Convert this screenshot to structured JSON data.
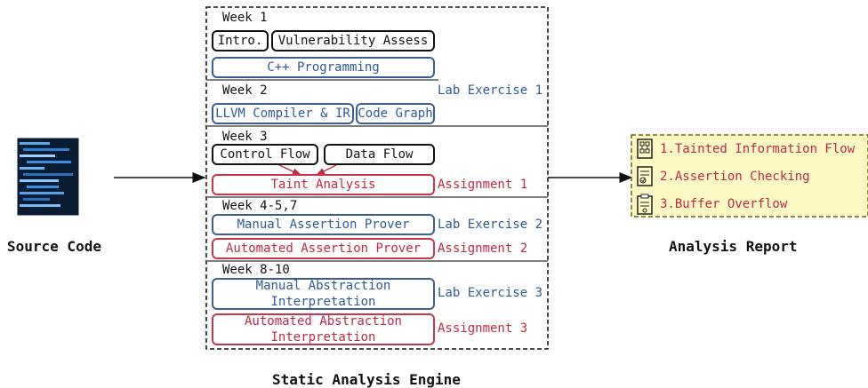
{
  "source": {
    "caption": "Source Code"
  },
  "engine": {
    "caption": "Static Analysis Engine",
    "weeks": [
      {
        "label": "Week 1",
        "boxes": [
          {
            "text": "Intro.",
            "color": "black"
          },
          {
            "text": "Vulnerability Assess",
            "color": "black"
          },
          {
            "text": "C++ Programming",
            "color": "blue"
          }
        ],
        "side": [
          {
            "text": "Lab Exercise 1",
            "color": "blue"
          }
        ]
      },
      {
        "label": "Week 2",
        "boxes": [
          {
            "text": "LLVM Compiler & IR",
            "color": "blue"
          },
          {
            "text": "Code Graph",
            "color": "blue"
          }
        ]
      },
      {
        "label": "Week 3",
        "boxes": [
          {
            "text": "Control Flow",
            "color": "black"
          },
          {
            "text": "Data Flow",
            "color": "black"
          },
          {
            "text": "Taint Analysis",
            "color": "red"
          }
        ],
        "side": [
          {
            "text": "Assignment 1",
            "color": "red"
          }
        ]
      },
      {
        "label": "Week 4-5,7",
        "boxes": [
          {
            "text": "Manual Assertion Prover",
            "color": "blue"
          },
          {
            "text": "Automated Assertion Prover",
            "color": "red"
          }
        ],
        "side": [
          {
            "text": "Lab Exercise 2",
            "color": "blue"
          },
          {
            "text": "Assignment 2",
            "color": "red"
          }
        ]
      },
      {
        "label": "Week 8-10",
        "boxes": [
          {
            "text": "Manual Abstraction Interpretation",
            "color": "blue"
          },
          {
            "text": "Automated Abstraction Interpretation",
            "color": "red"
          }
        ],
        "side": [
          {
            "text": "Lab Exercise 3",
            "color": "blue"
          },
          {
            "text": "Assignment 3",
            "color": "red"
          }
        ]
      }
    ]
  },
  "report": {
    "caption": "Analysis Report",
    "items": [
      {
        "text": "1.Tainted Information Flow",
        "icon": "flowchart-document-icon"
      },
      {
        "text": "2.Assertion Checking",
        "icon": "checklist-document-icon"
      },
      {
        "text": "3.Buffer Overflow",
        "icon": "clipboard-icon"
      }
    ]
  },
  "colors": {
    "blue": "#2f5b95",
    "red": "#c02a44",
    "report_bg": "#fdf9c4",
    "report_border": "#6b6b00"
  }
}
